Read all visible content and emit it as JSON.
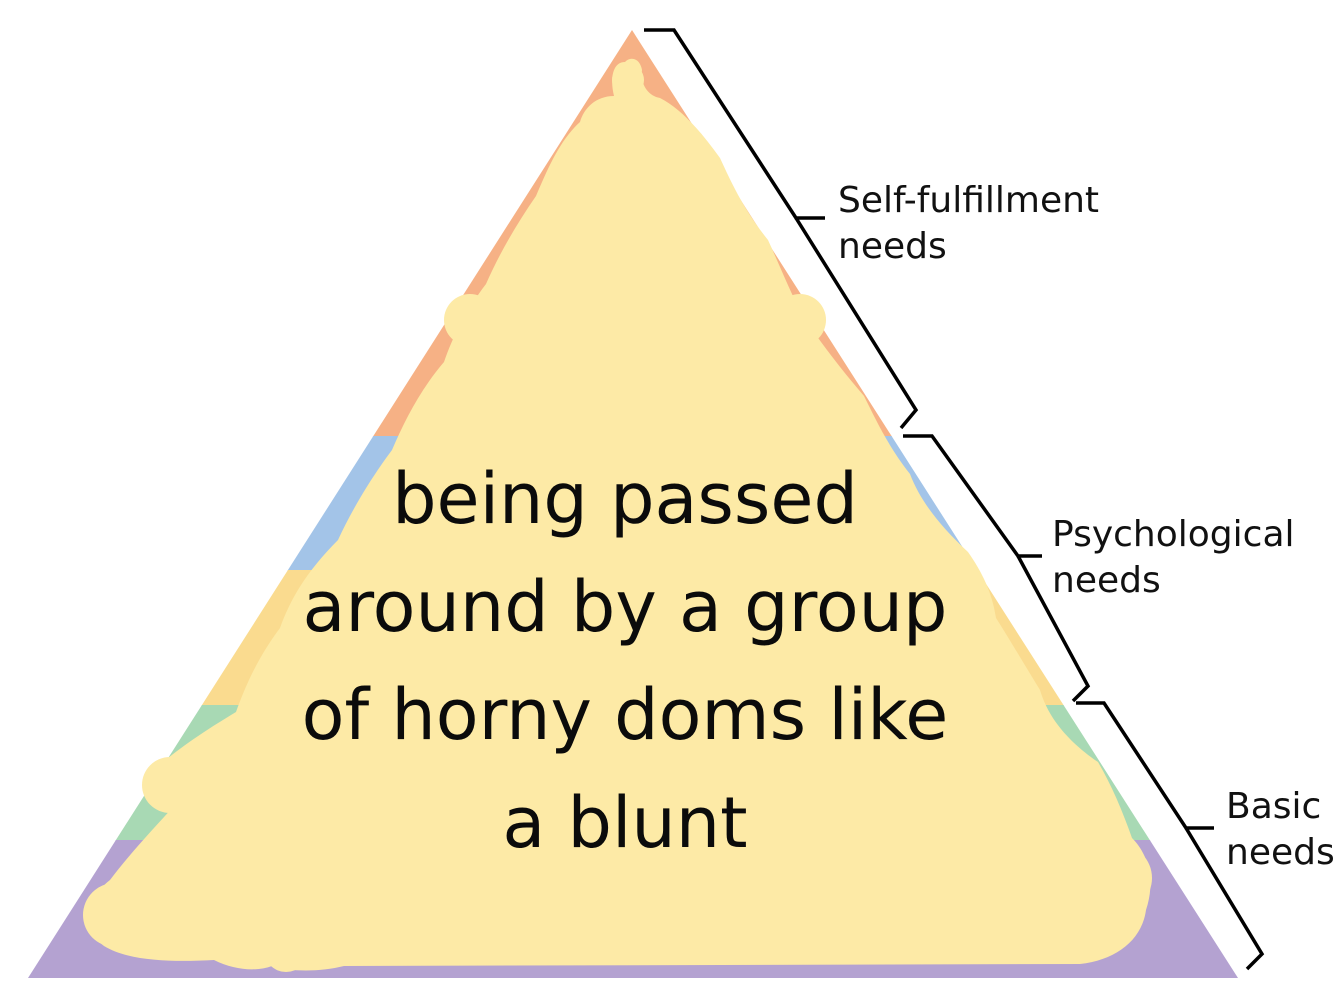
{
  "pyramid": {
    "levels": [
      {
        "name": "top",
        "color": "#f6b185"
      },
      {
        "name": "second",
        "color": "#a3c4e8"
      },
      {
        "name": "third",
        "color": "#fadb8f"
      },
      {
        "name": "fourth",
        "color": "#a8d9b4"
      },
      {
        "name": "base",
        "color": "#b4a2d1"
      }
    ],
    "scribble_color": "#fdeaa6"
  },
  "brackets": [
    {
      "id": "self-fulfillment",
      "lines": [
        "Self-fulfillment",
        "needs"
      ]
    },
    {
      "id": "psychological",
      "lines": [
        "Psychological",
        "needs"
      ]
    },
    {
      "id": "basic",
      "lines": [
        "Basic",
        "needs"
      ]
    }
  ],
  "overlay": {
    "lines": [
      "being passed",
      "around by a group",
      "of horny doms like",
      "a blunt"
    ]
  }
}
